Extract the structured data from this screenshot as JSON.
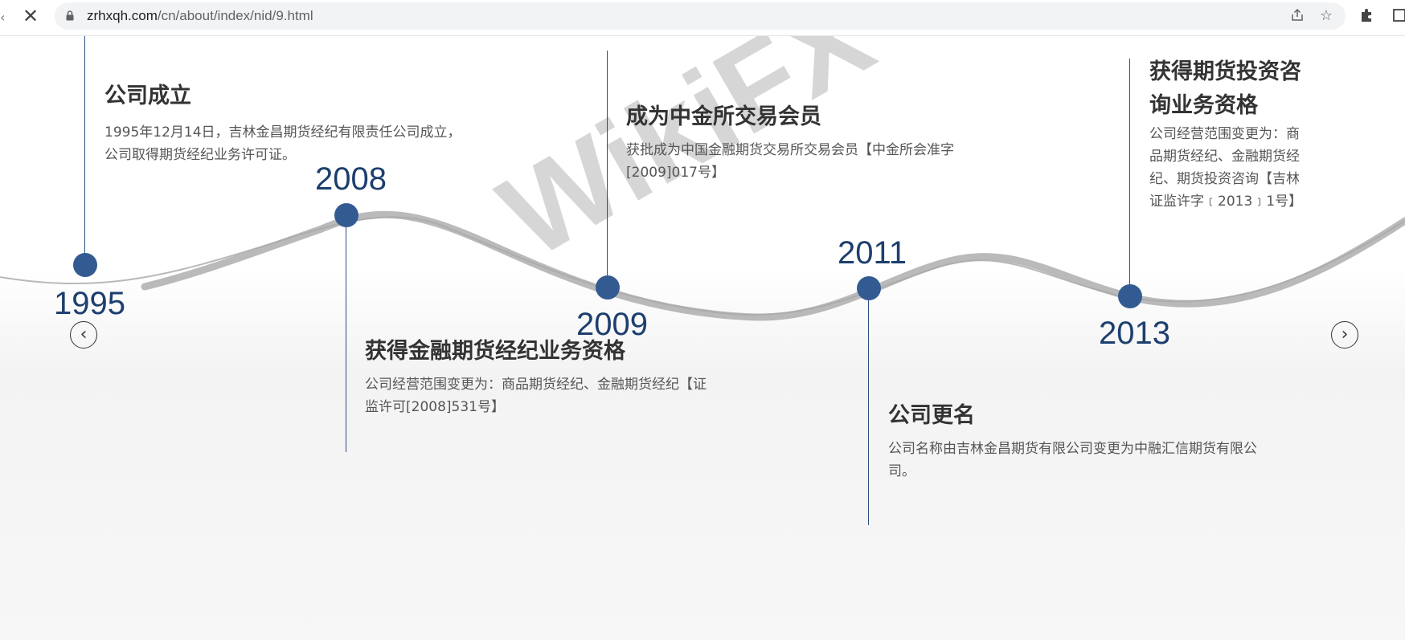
{
  "browser": {
    "url_domain": "zrhxqh.com",
    "url_path": "/cn/about/index/nid/9.html"
  },
  "watermark": "WikiFX",
  "timeline": [
    {
      "year": "1995",
      "title": "公司成立",
      "desc": "1995年12月14日，吉林金昌期货经纪有限责任公司成立，公司取得期货经纪业务许可证。"
    },
    {
      "year": "2008",
      "title": "获得金融期货经纪业务资格",
      "desc": "公司经营范围变更为：商品期货经纪、金融期货经纪【证监许可[2008]531号】"
    },
    {
      "year": "2009",
      "title": "成为中金所交易会员",
      "desc": "获批成为中国金融期货交易所交易会员【中金所会准字[2009]017号】"
    },
    {
      "year": "2011",
      "title": "公司更名",
      "desc": "公司名称由吉林金昌期货有限公司变更为中融汇信期货有限公司。"
    },
    {
      "year": "2013",
      "title": "获得期货投资咨询业务资格",
      "desc": "公司经营范围变更为：商品期货经纪、金融期货经纪、期货投资咨询【吉林证监许字﹝2013﹞1号】"
    }
  ],
  "nav": {
    "prev": "‹",
    "next": "›"
  },
  "colors": {
    "accent": "#335b92",
    "year": "#1d3f6e",
    "line": "#2c4d7e"
  }
}
